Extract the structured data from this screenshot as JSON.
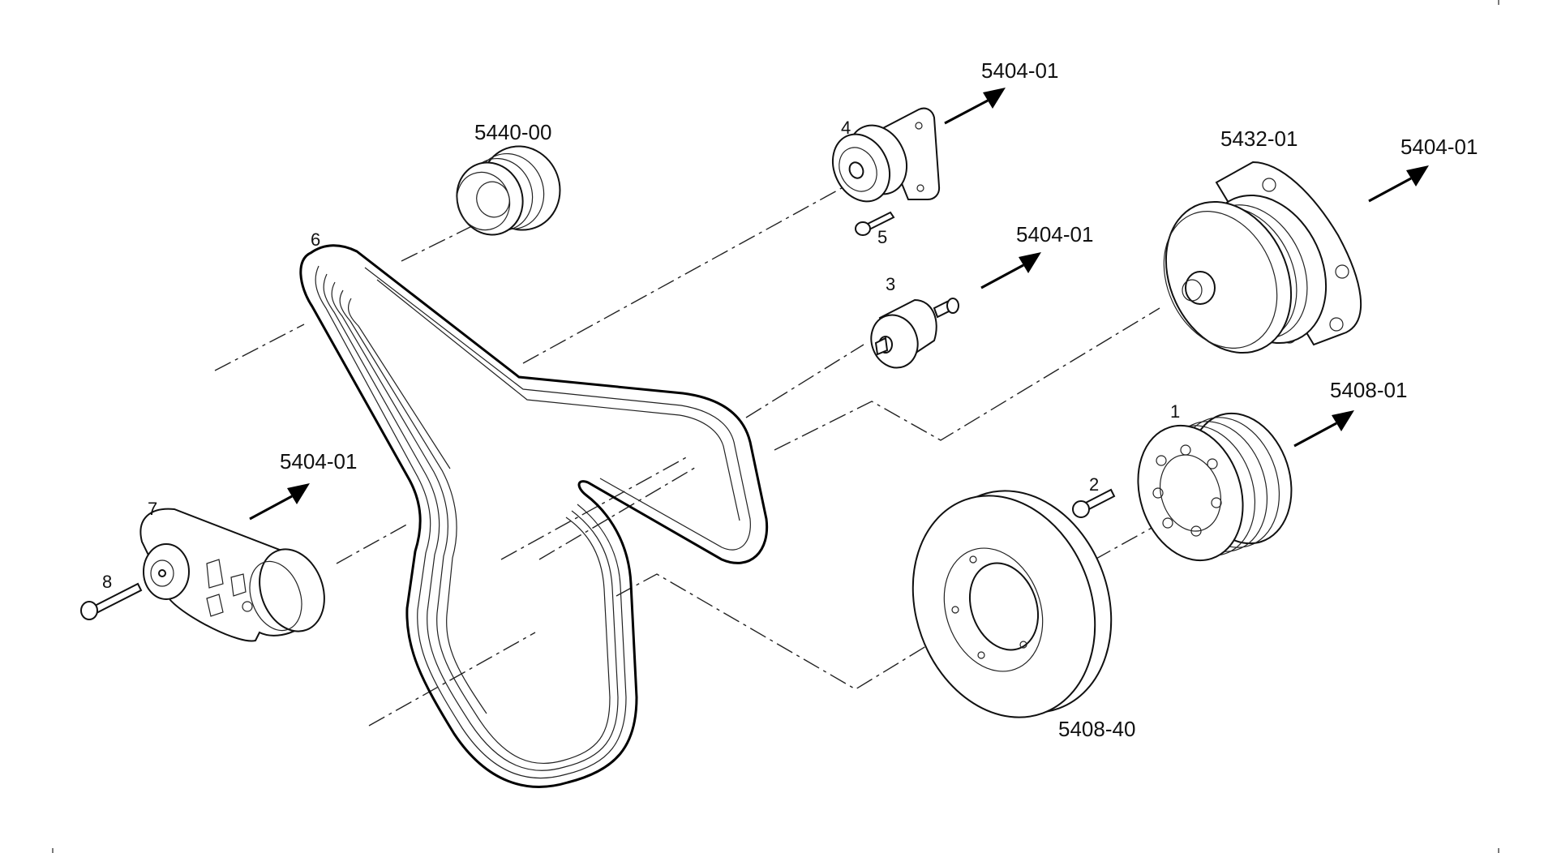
{
  "diagram": {
    "reference_labels": {
      "idler_ref_top": "5440-00",
      "tensioner_top_ref": "5404-01",
      "water_pump_ref": "5432-01",
      "water_pump_arrow_ref": "5404-01",
      "idler_small_ref": "5404-01",
      "hub_pulley_ref": "5408-01",
      "tensioner_left_ref": "5404-01",
      "damper_ref": "5408-40"
    },
    "part_numbers": {
      "p1": "1",
      "p2": "2",
      "p3": "3",
      "p4": "4",
      "p5": "5",
      "p6": "6",
      "p7": "7",
      "p8": "8"
    }
  }
}
